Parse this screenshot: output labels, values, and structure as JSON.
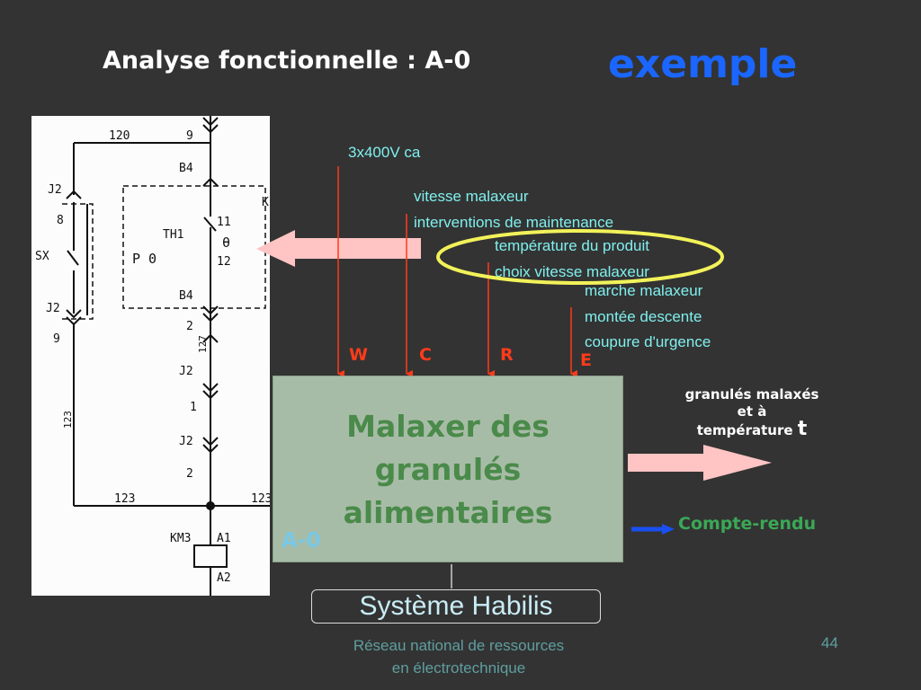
{
  "slide": {
    "title": "Analyse fonctionnelle : A-0",
    "subtitle": "exemple",
    "page_number": "44",
    "footer_line1": "Réseau national de ressources",
    "footer_line2": "en électrotechnique"
  },
  "inputs": {
    "energy": "3x400V ca",
    "config": [
      "vitesse malaxeur",
      "interventions de maintenance"
    ],
    "regulation": [
      "température du produit",
      "choix vitesse malaxeur"
    ],
    "exploitation": [
      "marche malaxeur",
      "montée descente",
      "coupure d'urgence"
    ]
  },
  "letters": {
    "w": "W",
    "c": "C",
    "r": "R",
    "e": "E"
  },
  "function_box": {
    "line1": "Malaxer des",
    "line2": "granulés",
    "line3": "alimentaires",
    "code": "A-0"
  },
  "output": {
    "line1": "granulés malaxés",
    "line2": "et à",
    "line3": "température",
    "symbol": "t"
  },
  "report": "Compte-rendu",
  "system": "Système Habilis",
  "schematic": {
    "w120": "120",
    "w9a": "9",
    "b4a": "B4",
    "j2a": "J2",
    "w8": "8",
    "th1": "TH1",
    "p0": "P 0",
    "w11": "11",
    "theta": "θ",
    "w12": "12",
    "sx": "SX",
    "b4b": "B4",
    "j2b": "J2",
    "w9b": "9",
    "w2a": "2",
    "w127": "127",
    "j2c": "J2",
    "w1": "1",
    "w123v": "123",
    "j2d": "J2",
    "w2b": "2",
    "w123a": "123",
    "w123b": "123",
    "km3": "KM3",
    "a1": "A1",
    "a2": "A2",
    "k": "K"
  },
  "colors": {
    "background": "#333333",
    "accent_blue": "#1a66ff",
    "control_text": "#7ff0ee",
    "letters": "#ff3b1a",
    "box_fill": "#a7bca7",
    "box_text": "#4a8a4a",
    "highlight_ellipse": "#f2f25a",
    "pink_arrow": "#ffc4c4",
    "report_arrow": "#1a4ff0"
  }
}
